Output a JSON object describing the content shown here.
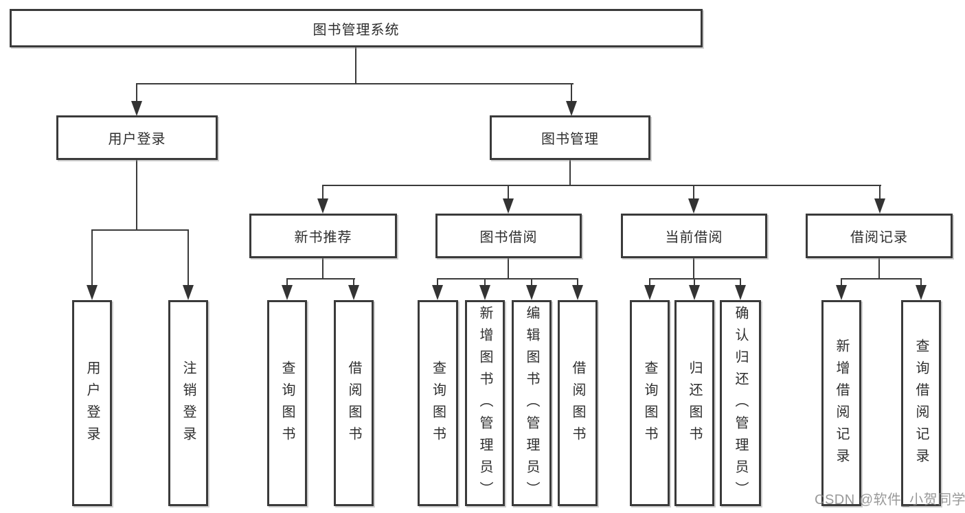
{
  "diagram": {
    "title": "图书管理系统",
    "colors": {
      "line": "#3a3a3a",
      "text": "#2e2e2e",
      "box_background": "#ffffff",
      "watermark": "#828282"
    },
    "nodes": {
      "root": {
        "label": "图书管理系统"
      },
      "level2": [
        {
          "label": "用户登录"
        },
        {
          "label": "图书管理"
        }
      ],
      "level3": [
        {
          "label": "新书推荐"
        },
        {
          "label": "图书借阅"
        },
        {
          "label": "当前借阅"
        },
        {
          "label": "借阅记录"
        }
      ],
      "leaves": {
        "user_login": [
          {
            "label": "用户登录"
          },
          {
            "label": "注销登录"
          }
        ],
        "new_book_recommend": [
          {
            "label": "查询图书"
          },
          {
            "label": "借阅图书"
          }
        ],
        "book_borrow": [
          {
            "label": "查询图书"
          },
          {
            "label": "新增图书（管理员）"
          },
          {
            "label": "编辑图书（管理员）"
          },
          {
            "label": "借阅图书"
          }
        ],
        "current_borrow": [
          {
            "label": "查询图书"
          },
          {
            "label": "归还图书"
          },
          {
            "label": "确认归还（管理员）"
          }
        ],
        "borrow_records": [
          {
            "label": "新增借阅记录"
          },
          {
            "label": "查询借阅记录"
          }
        ]
      }
    }
  },
  "watermark": {
    "text": "CSDN @软件_小贺同学"
  }
}
